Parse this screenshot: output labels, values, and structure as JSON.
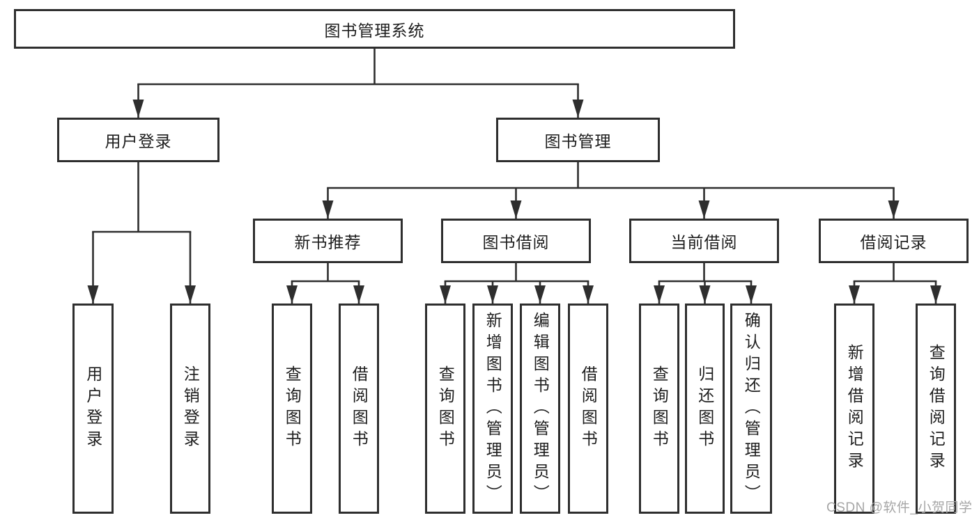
{
  "diagram": {
    "root": "图书管理系统",
    "level2": [
      "用户登录",
      "图书管理"
    ],
    "level3": [
      "新书推荐",
      "图书借阅",
      "当前借阅",
      "借阅记录"
    ],
    "leaves": {
      "login": [
        "用户登录",
        "注销登录"
      ],
      "newbook": [
        "查询图书",
        "借阅图书"
      ],
      "borrow": [
        "查询图书",
        "新增图书（管理员）",
        "编辑图书（管理员）",
        "借阅图书"
      ],
      "current": [
        "查询图书",
        "归还图书",
        "确认归还（管理员）"
      ],
      "records": [
        "新增借阅记录",
        "查询借阅记录"
      ]
    }
  },
  "watermark": "CSDN @软件_小贺同学",
  "colors": {
    "line": "#2e2e2e",
    "box_border": "#2e2e2e",
    "text": "#1d1d1d",
    "watermark": "#a6a6a6",
    "background": "#ffffff"
  }
}
